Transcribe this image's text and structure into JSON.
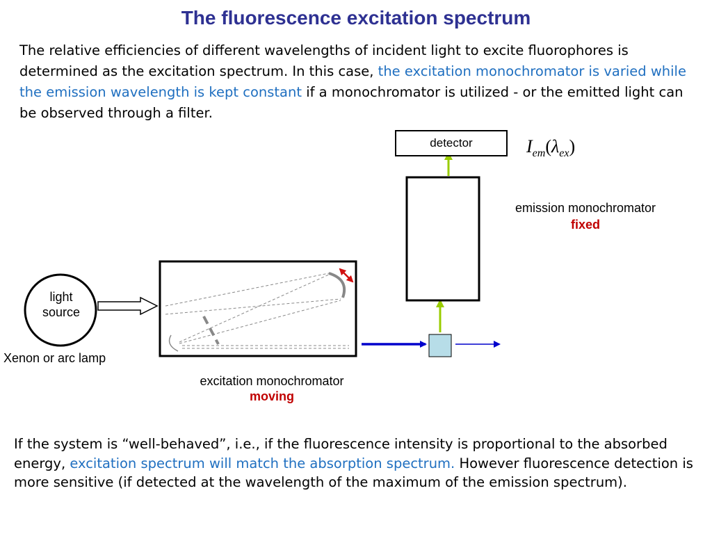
{
  "title": "The fluorescence excitation spectrum",
  "intro": {
    "part1": "The relative efficiencies of different wavelengths of incident light to excite fluorophores is determined as the excitation spectrum.  In this case, ",
    "highlight": "the excitation monochromator is varied while the emission wavelength is kept constant",
    "part2": " if a monochromator is utilized - or the emitted light can be observed through a filter."
  },
  "diagram": {
    "light_source_label": "light source",
    "lamp_label": "Xenon or arc lamp",
    "excitation_label": "excitation monochromator",
    "excitation_state": "moving",
    "emission_label": "emission monochromator",
    "emission_state": "fixed",
    "detector_label": "detector",
    "intensity_symbol": "I",
    "intensity_sub": "em",
    "lambda_symbol": "λ",
    "lambda_sub": "ex",
    "colors": {
      "beam_blue": "#0000cc",
      "emission_green": "#99cc00",
      "sample_fill": "#b7dde8",
      "state_red": "#c00000",
      "mirror_arrow_red": "#d01010"
    }
  },
  "conclusion": {
    "part1": "If the system is “well-behaved”, i.e., if the fluorescence intensity is proportional to the absorbed energy, ",
    "highlight": "excitation spectrum will match the absorption spectrum.",
    "part2": " However fluorescence detection is more sensitive (if detected at the wavelength of the maximum of the emission spectrum)."
  }
}
